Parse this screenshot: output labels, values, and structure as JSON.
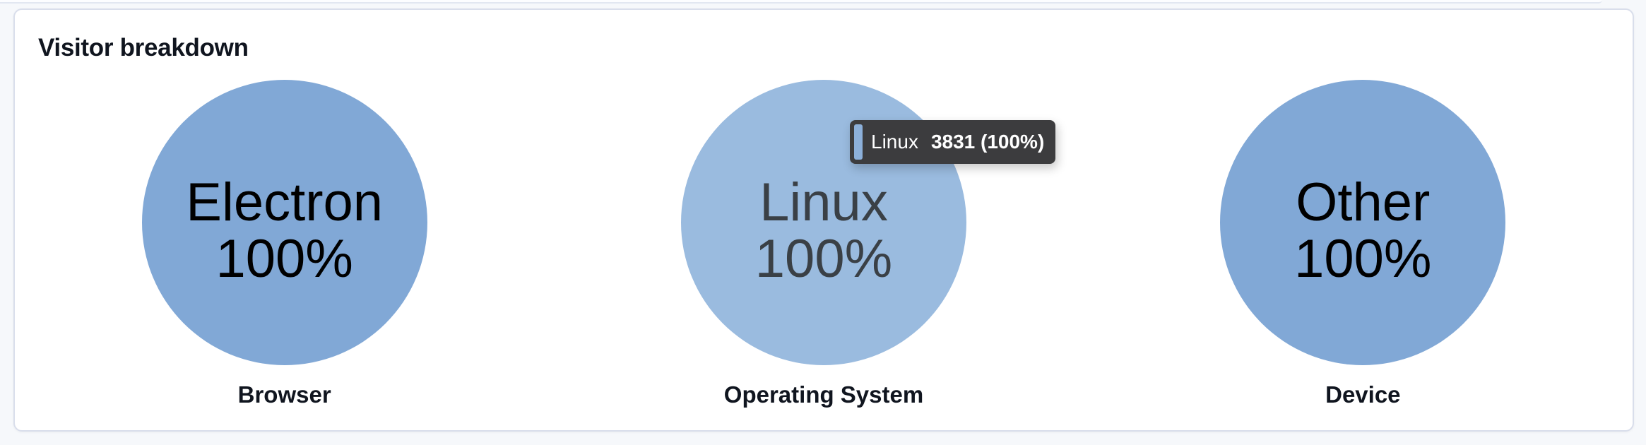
{
  "panel": {
    "title": "Visitor breakdown",
    "charts": [
      {
        "category": "Browser",
        "segment_name": "Electron",
        "segment_percent": "100%",
        "state": "default"
      },
      {
        "category": "Operating System",
        "segment_name": "Linux",
        "segment_percent": "100%",
        "state": "hovered"
      },
      {
        "category": "Device",
        "segment_name": "Other",
        "segment_percent": "100%",
        "state": "default"
      }
    ]
  },
  "tooltip": {
    "label": "Linux",
    "value": "3831 (100%)"
  },
  "chart_data": [
    {
      "type": "pie",
      "title": "Browser",
      "labels": [
        "Electron"
      ],
      "values": [
        100
      ],
      "unit": "percent",
      "annotation": "Electron 100%",
      "legend": "off"
    },
    {
      "type": "pie",
      "title": "Operating System",
      "labels": [
        "Linux"
      ],
      "values": [
        100
      ],
      "unit": "percent",
      "annotation": "Linux 100%",
      "tooltip_text": "Linux 3831 (100%)",
      "visitor_count": 3831,
      "legend": "off",
      "state": "hovered"
    },
    {
      "type": "pie",
      "title": "Device",
      "labels": [
        "Other"
      ],
      "values": [
        100
      ],
      "unit": "percent",
      "annotation": "Other 100%",
      "legend": "off"
    }
  ],
  "colors": {
    "page_background": "#f6f8fb",
    "card_background": "#ffffff",
    "card_border": "#d9deeb",
    "pie_fill": "#81a8d6",
    "pie_fill_hovered": "#9abbdf",
    "pie_text": "#000000",
    "pie_text_hovered": "#3a4046",
    "heading_text": "#10151f",
    "tooltip_background": "#3c3c3e",
    "tooltip_text": "#ffffff",
    "tooltip_swatch": "#8cb0da"
  }
}
